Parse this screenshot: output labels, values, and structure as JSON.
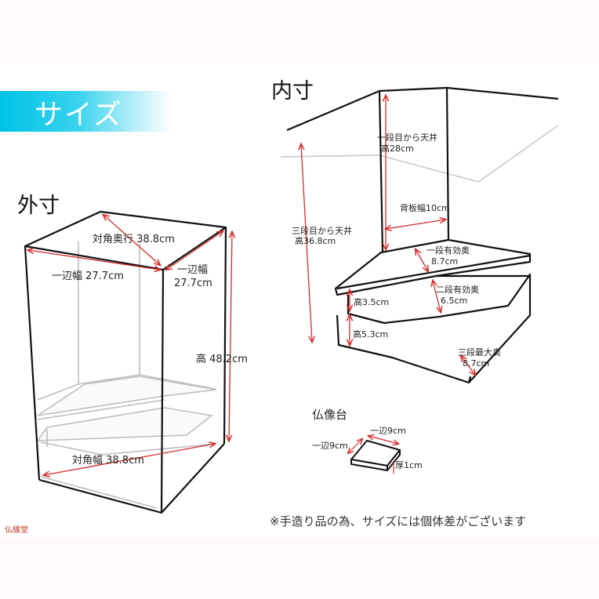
{
  "banner": {
    "title": "サイズ",
    "gradient_colors": [
      "#00c2e6",
      "#bff0fa"
    ]
  },
  "outer": {
    "heading": "外寸",
    "labels": {
      "top_diagonal": "対角奥行 38.8cm",
      "front_width": "一辺幅 27.7cm",
      "side_width": [
        "一辺幅",
        "27.7cm"
      ],
      "height": "高 48.2cm",
      "bottom_diagonal": "対角幅 38.8cm"
    }
  },
  "inner": {
    "heading": "内寸",
    "labels": {
      "tier1_to_ceiling": [
        "一段目から天井",
        "高28cm"
      ],
      "tier3_to_ceiling": [
        "三段目から天井",
        "高36.8cm"
      ],
      "back_width": "背板幅10cm",
      "tier1_depth": [
        "一段有効奥",
        "8.7cm"
      ],
      "tier2_depth": [
        "二段有効奥",
        "6.5cm"
      ],
      "tier3_max_depth": [
        "三段最大奥",
        "8.7cm"
      ],
      "height_3_5": "高3.5cm",
      "height_5_3": "高5.3cm"
    }
  },
  "stand": {
    "heading": "仏像台",
    "labels": {
      "side_top": "一辺9cm",
      "side_left": "一辺9cm",
      "thickness": "厚1cm"
    }
  },
  "note": "※手造り品の為、サイズには個体差がございます",
  "stamp": "仏縁堂",
  "colors": {
    "dimension_line": "#d42b2b",
    "outline": "#111111",
    "inner_line": "#bbbbbb",
    "background": "#fef9fc"
  }
}
